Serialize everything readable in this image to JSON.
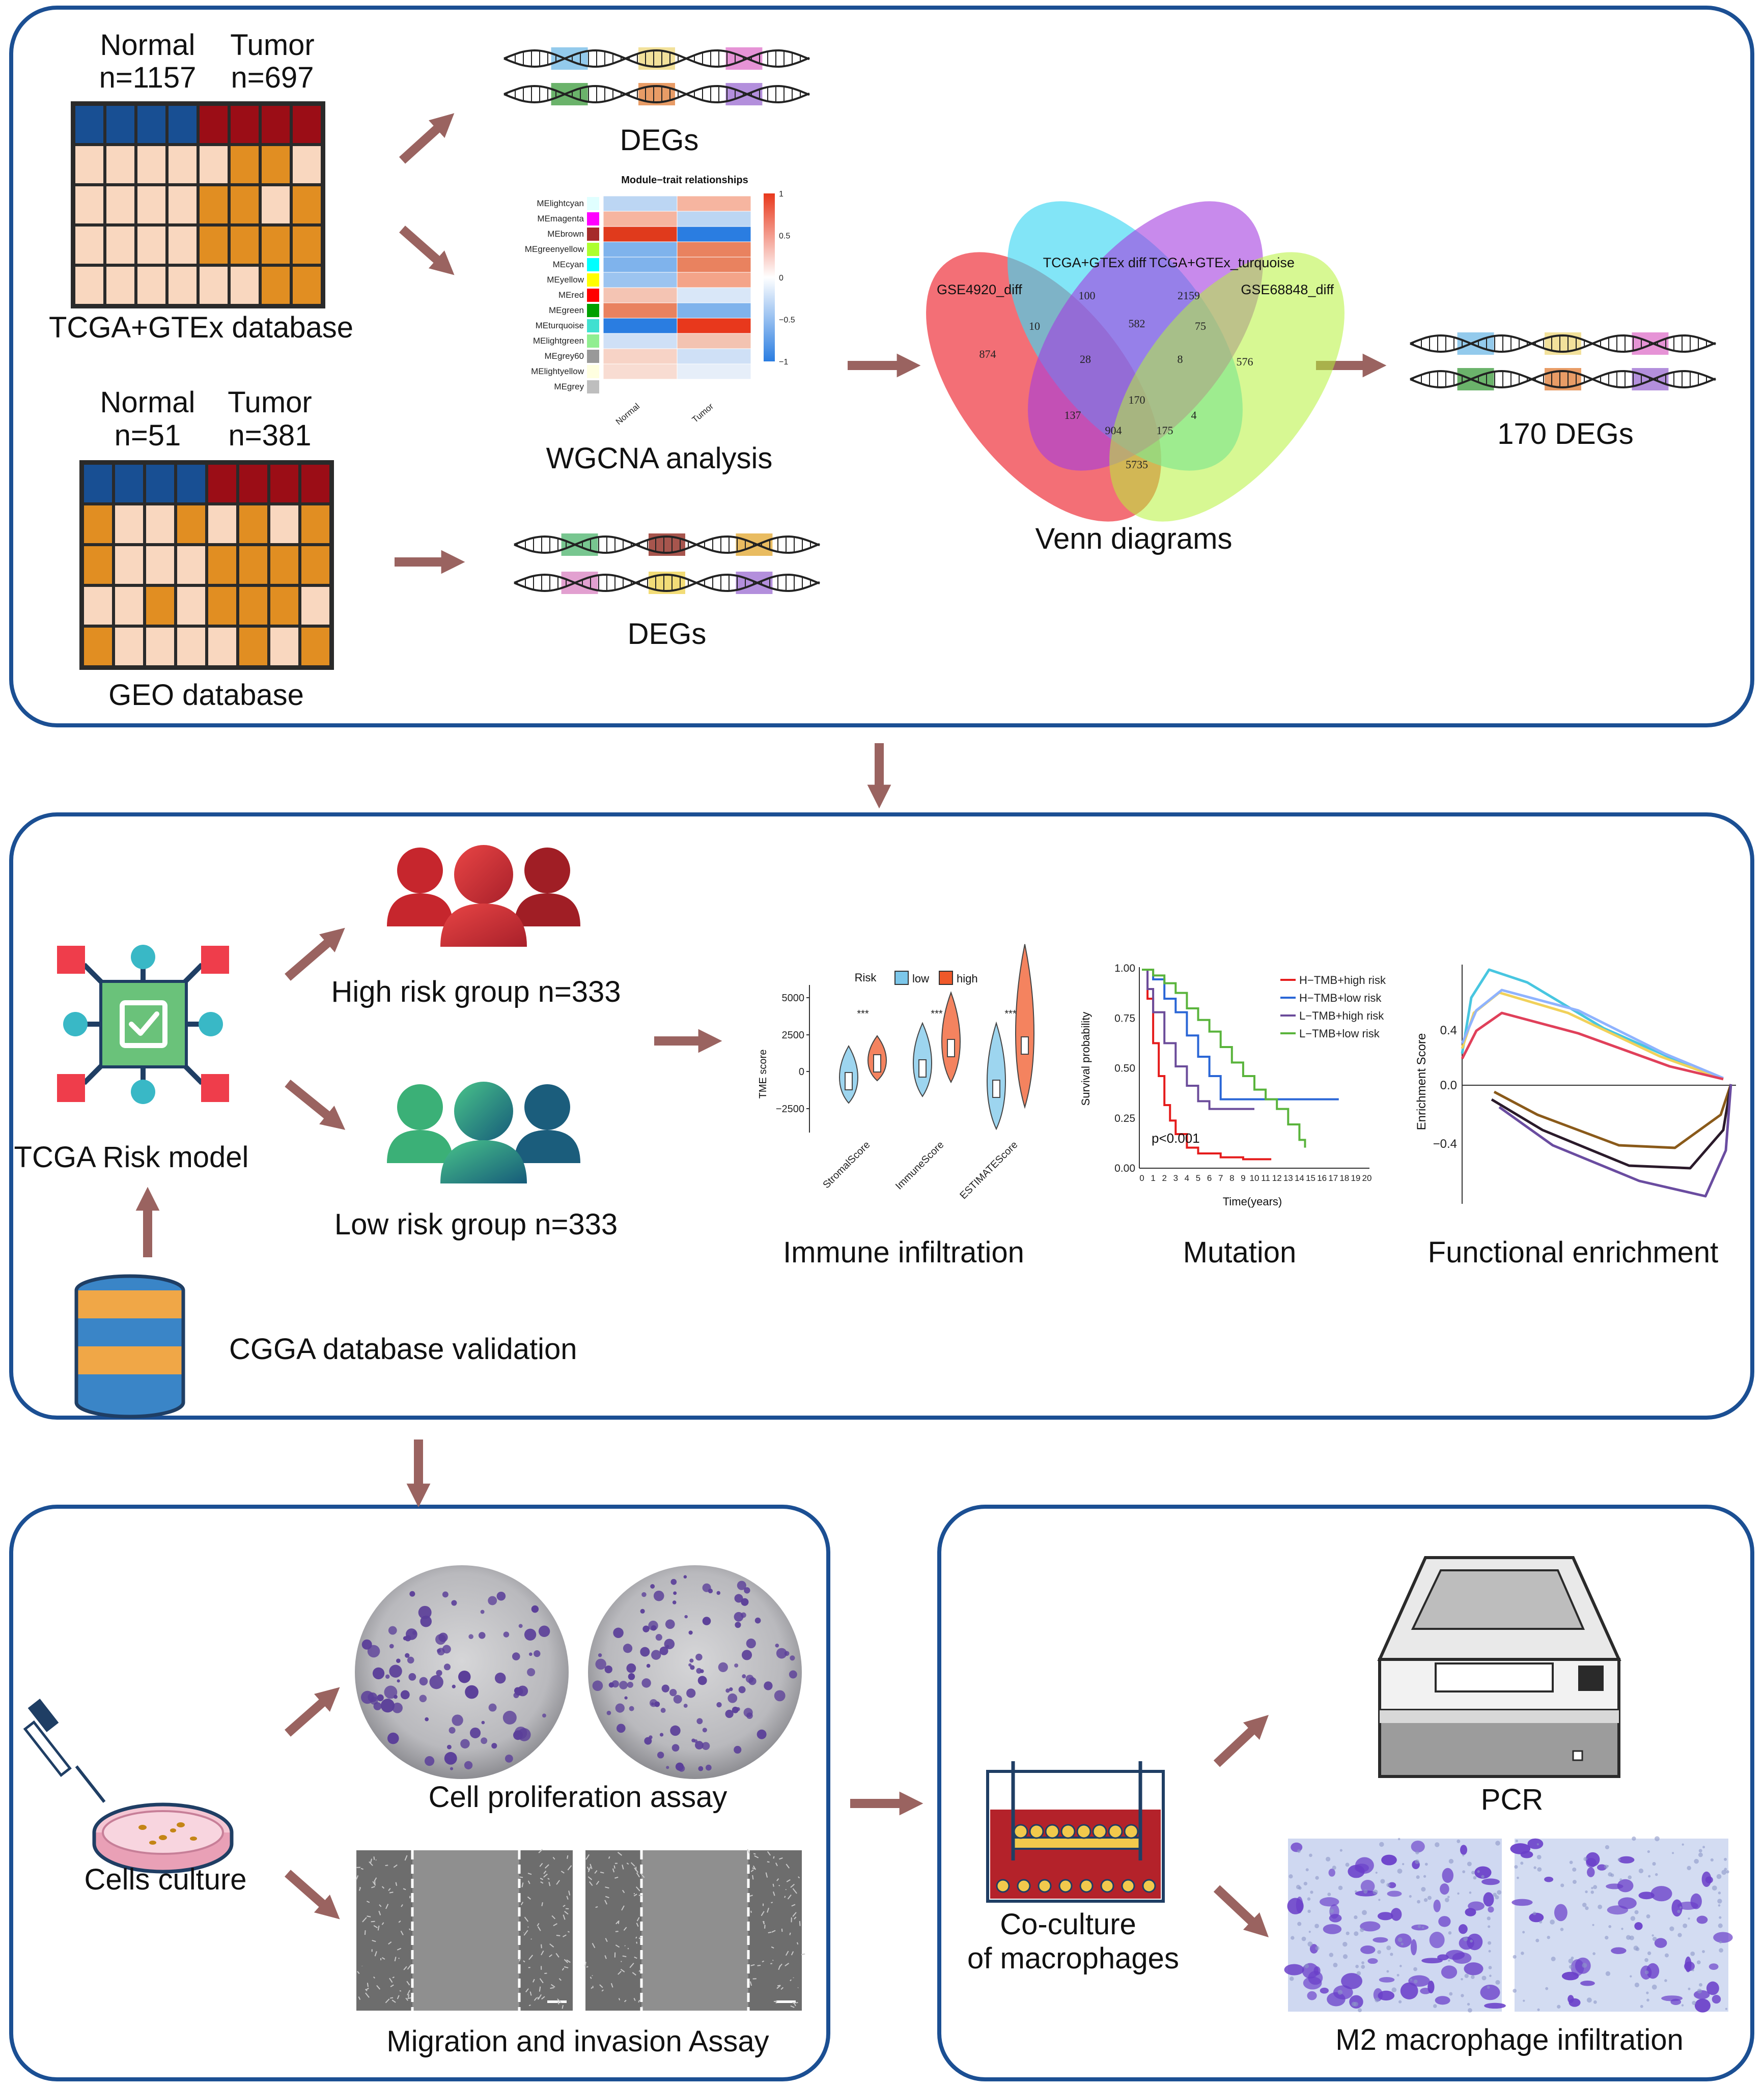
{
  "colors": {
    "frame": "#1b4f93",
    "arrow": "#9a6360",
    "normal_blue": "#184f93",
    "tumor_red": "#9b0d16",
    "cell_light": "#f9d7bf",
    "cell_orange": "#e18e22",
    "high_risk": "#cf2b2b",
    "low_risk": "#2f9a7a",
    "model_green": "#6ac27a",
    "node_teal": "#39b8c6",
    "node_red": "#ef3d4b",
    "db_blue": "#3a85c7",
    "db_orange": "#f0a747"
  },
  "panel1": {
    "tcga": {
      "normal_label": "Normal",
      "normal_n": "n=1157",
      "tumor_label": "Tumor",
      "tumor_n": "n=697",
      "caption": "TCGA+GTEx database"
    },
    "geo": {
      "normal_label": "Normal",
      "normal_n": "n=51",
      "tumor_label": "Tumor",
      "tumor_n": "n=381",
      "caption": "GEO database"
    },
    "degs_top": "DEGs",
    "degs_bottom": "DEGs",
    "wgcna": {
      "title": "Module−trait relationships",
      "caption": "WGCNA analysis",
      "modules": [
        "MElightcyan",
        "MEmagenta",
        "MEbrown",
        "MEgreenyellow",
        "MEcyan",
        "MEyellow",
        "MEred",
        "MEgreen",
        "MEturquoise",
        "MElightgreen",
        "MEgrey60",
        "MElightyellow",
        "MEgrey"
      ],
      "columns": [
        "Normal",
        "Tumor"
      ],
      "legend_ticks": [
        "1",
        "0.5",
        "0",
        "−0.5",
        "−1"
      ]
    },
    "venn": {
      "caption": "Venn diagrams",
      "sets": [
        "GSE4920_diff",
        "TCGA+GTEx diff",
        "TCGA+GTEx_turquoise",
        "GSE68848_diff"
      ],
      "counts": [
        "874",
        "100",
        "2159",
        "576",
        "10",
        "582",
        "75",
        "28",
        "8",
        "170",
        "137",
        "904",
        "175",
        "4",
        "5735"
      ]
    },
    "result": "170 DEGs"
  },
  "panel2": {
    "model_caption": "TCGA Risk model",
    "high_group": "High risk group n=333",
    "low_group": "Low risk group n=333",
    "validation": "CGGA database validation",
    "immune": {
      "caption": "Immune infiltration",
      "legend_title": "Risk",
      "legend_low": "low",
      "legend_high": "high",
      "ylabel": "TME score",
      "yticks": [
        "5000",
        "2500",
        "0",
        "−2500"
      ],
      "categories": [
        "StromalScore",
        "ImmuneScore",
        "ESTIMATEScore"
      ],
      "sig": "***"
    },
    "mutation": {
      "caption": "Mutation",
      "ylabel": "Survival probability",
      "xlabel": "Time(years)",
      "yticks": [
        "1.00",
        "0.75",
        "0.50",
        "0.25",
        "0.00"
      ],
      "xticks": [
        "0",
        "1",
        "2",
        "3",
        "4",
        "5",
        "6",
        "7",
        "8",
        "9",
        "10",
        "11",
        "12",
        "13",
        "14",
        "15",
        "16",
        "17",
        "18",
        "19",
        "20"
      ],
      "pvalue": "p<0.001",
      "legend": [
        "H−TMB+high risk",
        "H−TMB+low risk",
        "L−TMB+high risk",
        "L−TMB+low risk"
      ]
    },
    "enrichment": {
      "caption": "Functional enrichment",
      "ylabel": "Enrichment Score",
      "yticks": [
        "0.4",
        "0.0",
        "−0.4"
      ]
    }
  },
  "panel3": {
    "cells_culture": "Cells culture",
    "proliferation": "Cell proliferation assay",
    "migration": "Migration and invasion Assay"
  },
  "panel4": {
    "coculture_line1": "Co-culture",
    "coculture_line2": "of macrophages",
    "pcr": "PCR",
    "m2": "M2 macrophage infiltration"
  }
}
